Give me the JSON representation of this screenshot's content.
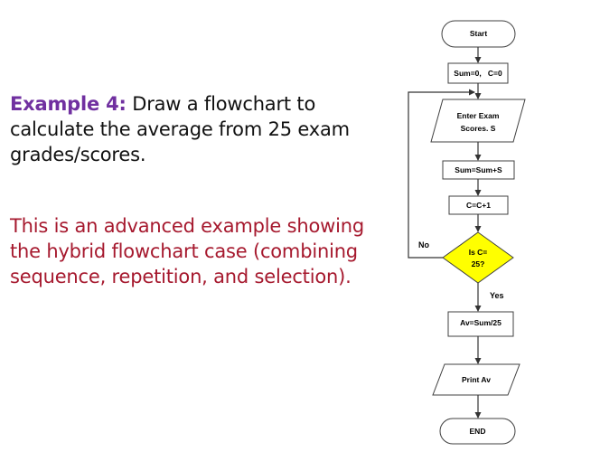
{
  "left_panel": {
    "example_label": "Example 4:",
    "example_text": "Draw a flowchart to calculate the average from 25 exam grades/scores.",
    "hybrid_note": "This is an advanced example showing the hybrid flowchart case (combining sequence, repetition, and selection)."
  },
  "flowchart": {
    "start": "Start",
    "init": "Sum=0,   C=0",
    "input_line1": "Enter Exam",
    "input_line2": "Scores. S",
    "sum_update": "Sum=Sum+S",
    "counter_update": "C=C+1",
    "decision_line1": "Is C=",
    "decision_line2": "25?",
    "no_label": "No",
    "yes_label": "Yes",
    "average": "Av=Sum/25",
    "print": "Print Av",
    "end": "END"
  },
  "colors": {
    "example_label": "#7030a0",
    "hybrid_note": "#a6192e",
    "decision_fill": "#ffff00"
  }
}
